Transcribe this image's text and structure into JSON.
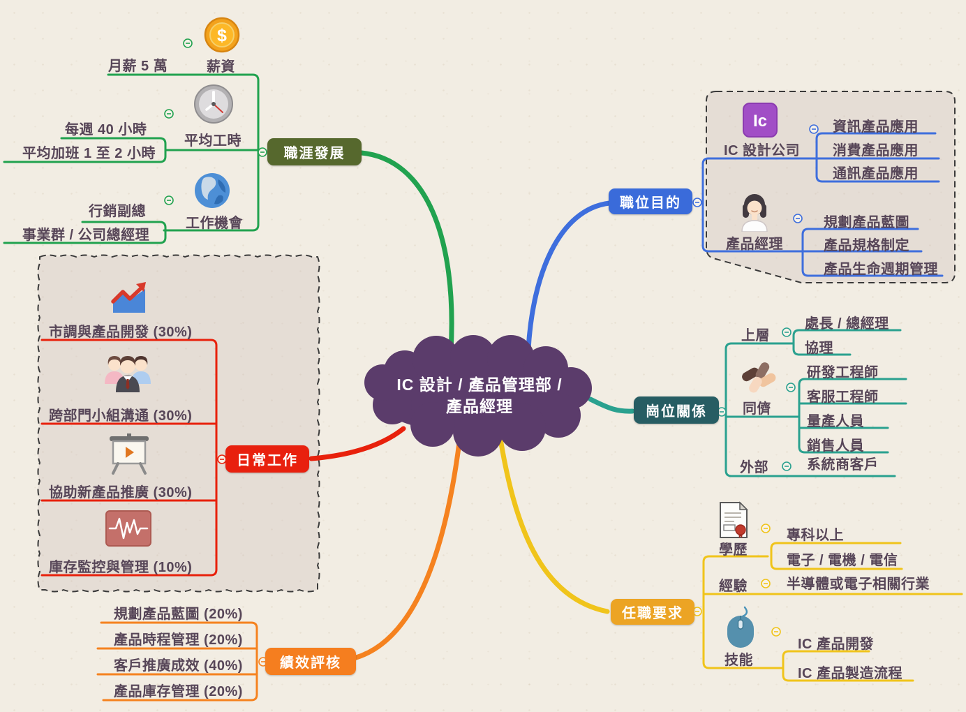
{
  "colors": {
    "background": "#f2ede3",
    "cloud_purple": "#5b3c6b",
    "node_text": "#574658",
    "career_green": "#21a24f",
    "career_label_bg": "#56682d",
    "purpose_blue": "#3e6edd",
    "purpose_label_bg": "#3a6bda",
    "relations_teal": "#2aa18f",
    "relations_label_bg": "#275d63",
    "daily_red": "#e8210c",
    "perf_orange": "#f5821f",
    "requirements_yellow": "#f0c41b",
    "requirements_label_bg": "#eca424"
  },
  "center": {
    "line1": "IC 設計 / 產品管理部 /",
    "line2": "產品經理"
  },
  "branches": {
    "career": {
      "label": "職涯發展",
      "topics": {
        "salary": {
          "label": "薪資",
          "icon": "coin-icon",
          "children": [
            "月薪 5 萬"
          ]
        },
        "hours": {
          "label": "平均工時",
          "icon": "clock-icon",
          "children": [
            "每週 40 小時",
            "平均加班 1 至 2 小時"
          ]
        },
        "opportunity": {
          "label": "工作機會",
          "icon": "globe-icon",
          "children": [
            "行銷副總",
            "事業群 / 公司總經理"
          ]
        }
      }
    },
    "purpose": {
      "label": "職位目的",
      "topics": {
        "company": {
          "label": "IC 設計公司",
          "icon": "ic-app-icon",
          "children": [
            "資訊產品應用",
            "消費產品應用",
            "通訊產品應用"
          ]
        },
        "manager": {
          "label": "產品經理",
          "icon": "product-manager-avatar-icon",
          "children": [
            "規劃產品藍圖",
            "產品規格制定",
            "產品生命週期管理"
          ]
        }
      }
    },
    "relations": {
      "label": "崗位關係",
      "topics": {
        "upper": {
          "label": "上層",
          "children": [
            "處長 / 總經理",
            "協理"
          ]
        },
        "peers": {
          "label": "同儕",
          "icon": "teamwork-hands-icon",
          "children": [
            "研發工程師",
            "客服工程師",
            "量產人員",
            "銷售人員"
          ]
        },
        "external": {
          "label": "外部",
          "children": [
            "系統商客戶"
          ]
        }
      }
    },
    "daily": {
      "label": "日常工作",
      "items": [
        {
          "text": "市調與產品開發 (30%)",
          "icon": "growth-chart-icon"
        },
        {
          "text": "跨部門小組溝通 (30%)",
          "icon": "team-group-icon"
        },
        {
          "text": "協助新產品推廣 (30%)",
          "icon": "presentation-board-icon"
        },
        {
          "text": "庫存監控與管理 (10%)",
          "icon": "monitor-waveform-icon"
        }
      ]
    },
    "perf": {
      "label": "績效評核",
      "items": [
        "規劃產品藍圖 (20%)",
        "產品時程管理 (20%)",
        "客戶推廣成效 (40%)",
        "產品庫存管理 (20%)"
      ]
    },
    "requirements": {
      "label": "任職要求",
      "topics": {
        "education": {
          "label": "學歷",
          "icon": "certificate-icon",
          "children": [
            "專科以上",
            "電子 / 電機 / 電信"
          ]
        },
        "experience": {
          "label": "經驗",
          "children": [
            "半導體或電子相關行業"
          ]
        },
        "skills": {
          "label": "技能",
          "icon": "mouse-icon",
          "children": [
            "IC 產品開發",
            "IC 產品製造流程"
          ]
        }
      }
    }
  }
}
